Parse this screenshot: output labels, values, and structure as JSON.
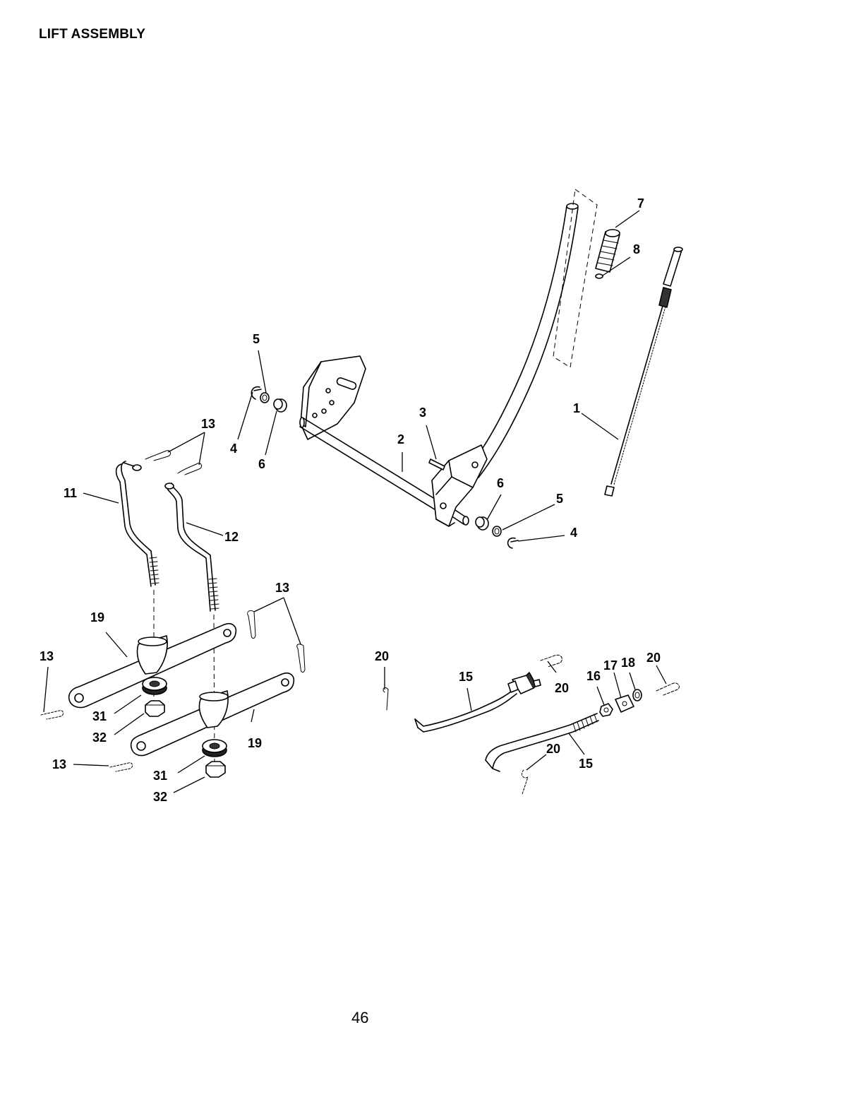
{
  "page": {
    "title": "LIFT ASSEMBLY",
    "page_number": "46"
  },
  "diagram": {
    "callouts": [
      {
        "id": "c-7",
        "text": "7"
      },
      {
        "id": "c-8",
        "text": "8"
      },
      {
        "id": "c-1",
        "text": "1"
      },
      {
        "id": "c-5a",
        "text": "5"
      },
      {
        "id": "c-4a",
        "text": "4"
      },
      {
        "id": "c-6a",
        "text": "6"
      },
      {
        "id": "c-3",
        "text": "3"
      },
      {
        "id": "c-2",
        "text": "2"
      },
      {
        "id": "c-13a",
        "text": "13"
      },
      {
        "id": "c-11",
        "text": "11"
      },
      {
        "id": "c-12",
        "text": "12"
      },
      {
        "id": "c-6b",
        "text": "6"
      },
      {
        "id": "c-5b",
        "text": "5"
      },
      {
        "id": "c-4b",
        "text": "4"
      },
      {
        "id": "c-13b",
        "text": "13"
      },
      {
        "id": "c-19a",
        "text": "19"
      },
      {
        "id": "c-13c",
        "text": "13"
      },
      {
        "id": "c-31a",
        "text": "31"
      },
      {
        "id": "c-32a",
        "text": "32"
      },
      {
        "id": "c-19b",
        "text": "19"
      },
      {
        "id": "c-13d",
        "text": "13"
      },
      {
        "id": "c-31b",
        "text": "31"
      },
      {
        "id": "c-32b",
        "text": "32"
      },
      {
        "id": "c-20a",
        "text": "20"
      },
      {
        "id": "c-15a",
        "text": "15"
      },
      {
        "id": "c-20b",
        "text": "20"
      },
      {
        "id": "c-17",
        "text": "17"
      },
      {
        "id": "c-18",
        "text": "18"
      },
      {
        "id": "c-20c",
        "text": "20"
      },
      {
        "id": "c-16",
        "text": "16"
      },
      {
        "id": "c-20d",
        "text": "20"
      },
      {
        "id": "c-15b",
        "text": "15"
      }
    ]
  }
}
